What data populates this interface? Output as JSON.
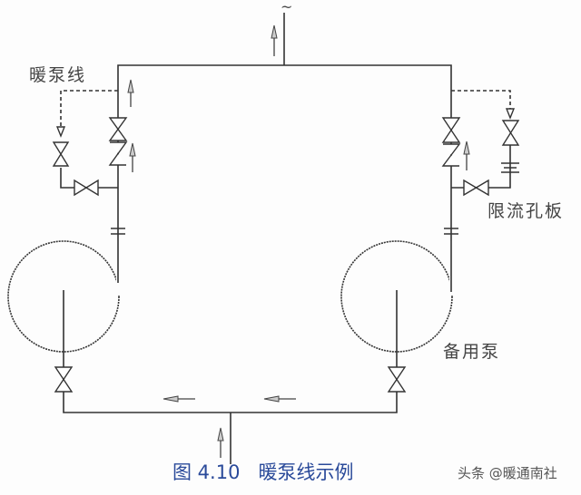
{
  "labels": {
    "warm_pump_line": "暖泵线",
    "orifice_plate": "限流孔板",
    "standby_pump": "备用泵",
    "tilde": "~"
  },
  "caption": "图 4.10   暖泵线示例",
  "watermark": "头条 @暖通南社",
  "colors": {
    "caption": "#2a4a9a",
    "lines": "#333333"
  }
}
